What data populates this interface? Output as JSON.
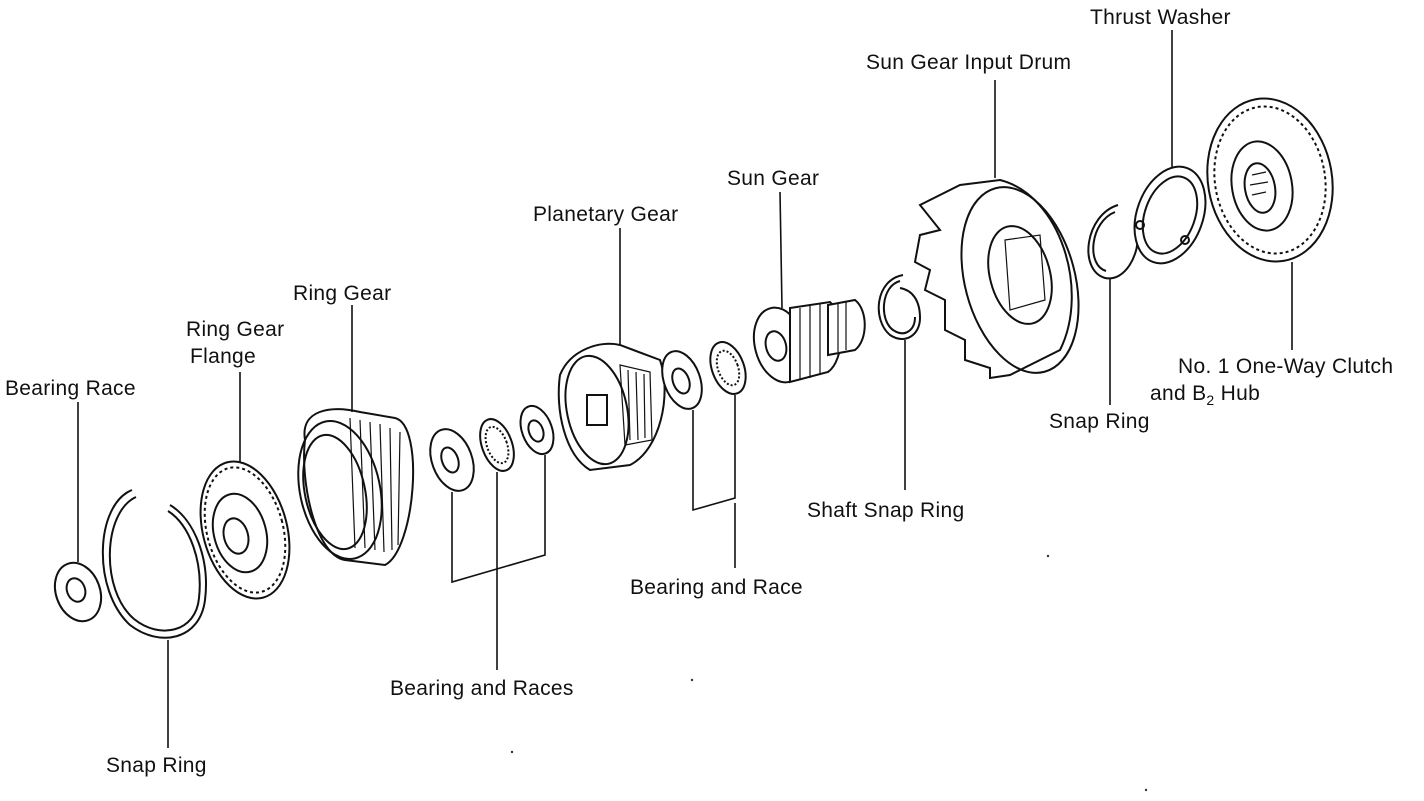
{
  "labels": {
    "thrust_washer": "Thrust Washer",
    "sun_gear_input_drum": "Sun Gear Input Drum",
    "sun_gear": "Sun Gear",
    "planetary_gear": "Planetary Gear",
    "ring_gear": "Ring Gear",
    "ring_gear_flange_line1": "Ring Gear",
    "ring_gear_flange_line2": "Flange",
    "bearing_race": "Bearing Race",
    "one_way_clutch_line1": "No. 1 One-Way Clutch",
    "one_way_clutch_line2_prefix": "and B",
    "one_way_clutch_line2_sub": "2",
    "one_way_clutch_line2_suffix": " Hub",
    "snap_ring_right": "Snap Ring",
    "shaft_snap_ring": "Shaft Snap Ring",
    "bearing_and_race": "Bearing and Race",
    "bearing_and_races": "Bearing and Races",
    "snap_ring_left": "Snap Ring"
  }
}
